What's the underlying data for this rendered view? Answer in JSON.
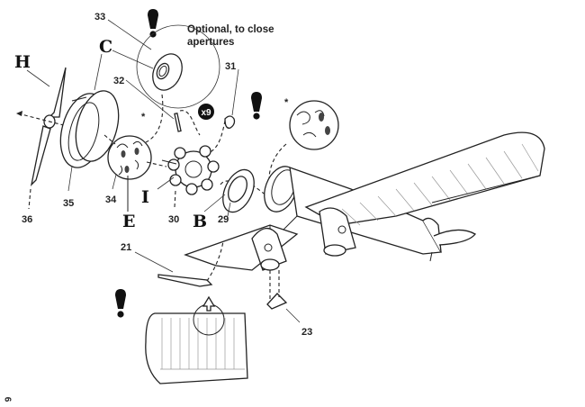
{
  "note": {
    "line1": "Optional, to close",
    "line2": "apertures"
  },
  "part_numbers": {
    "p21": "21",
    "p23": "23",
    "p29": "29",
    "p30": "30",
    "p31": "31",
    "p32": "32",
    "p33": "33",
    "p34": "34",
    "p35": "35",
    "p36": "36"
  },
  "step_letters": {
    "H": "H",
    "C": "C",
    "E": "E",
    "I": "I",
    "B": "B"
  },
  "quantity_badge": "x9",
  "asterisk": "*",
  "page_number": "6",
  "colors": {
    "ink": "#222222",
    "badge": "#111111",
    "background": "#ffffff"
  }
}
